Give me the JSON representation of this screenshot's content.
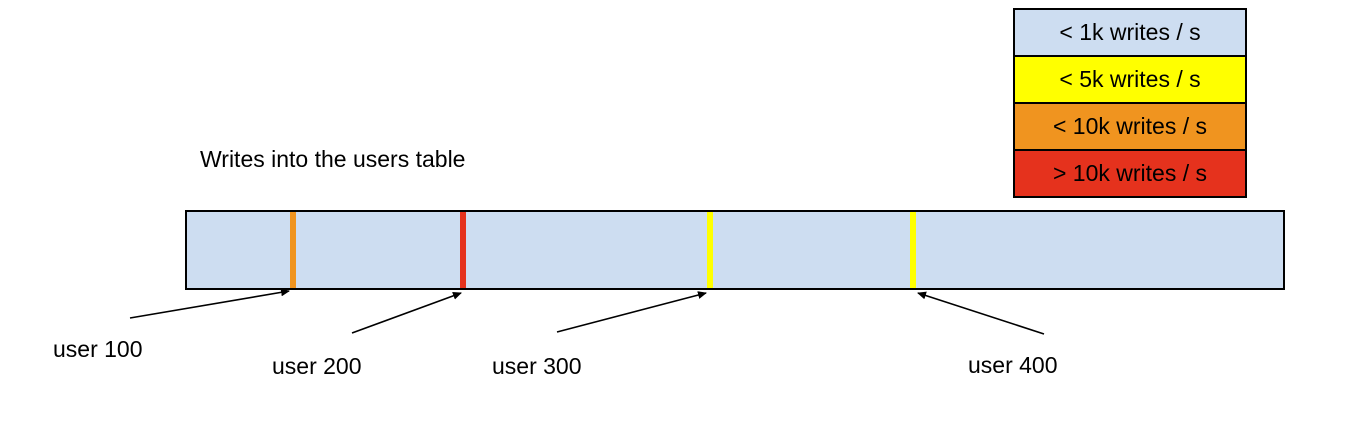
{
  "title": "Writes into the users table",
  "colors": {
    "bar_fill": "#cdddf1",
    "border": "#000000",
    "lt1k_blue": "#cdddf1",
    "lt5k_yellow": "#ffff00",
    "lt10k_orange": "#f0941f",
    "gt10k_red": "#e5321d"
  },
  "legend": {
    "items": [
      {
        "label": "< 1k writes / s",
        "color": "#cdddf1"
      },
      {
        "label": "< 5k writes / s",
        "color": "#ffff00"
      },
      {
        "label": "< 10k writes / s",
        "color": "#f0941f"
      },
      {
        "label": "> 10k writes / s",
        "color": "#e5321d"
      }
    ]
  },
  "bar": {
    "fill": "#cdddf1"
  },
  "markers": [
    {
      "user": "user 100",
      "rate": "< 10k writes / s",
      "color": "#f0941f",
      "position_pct": 9.8
    },
    {
      "user": "user 200",
      "rate": "> 10k writes / s",
      "color": "#e5321d",
      "position_pct": 25.3
    },
    {
      "user": "user 300",
      "rate": "< 5k writes / s",
      "color": "#ffff00",
      "position_pct": 47.7
    },
    {
      "user": "user 400",
      "rate": "< 5k writes / s",
      "color": "#ffff00",
      "position_pct": 66.2
    }
  ]
}
